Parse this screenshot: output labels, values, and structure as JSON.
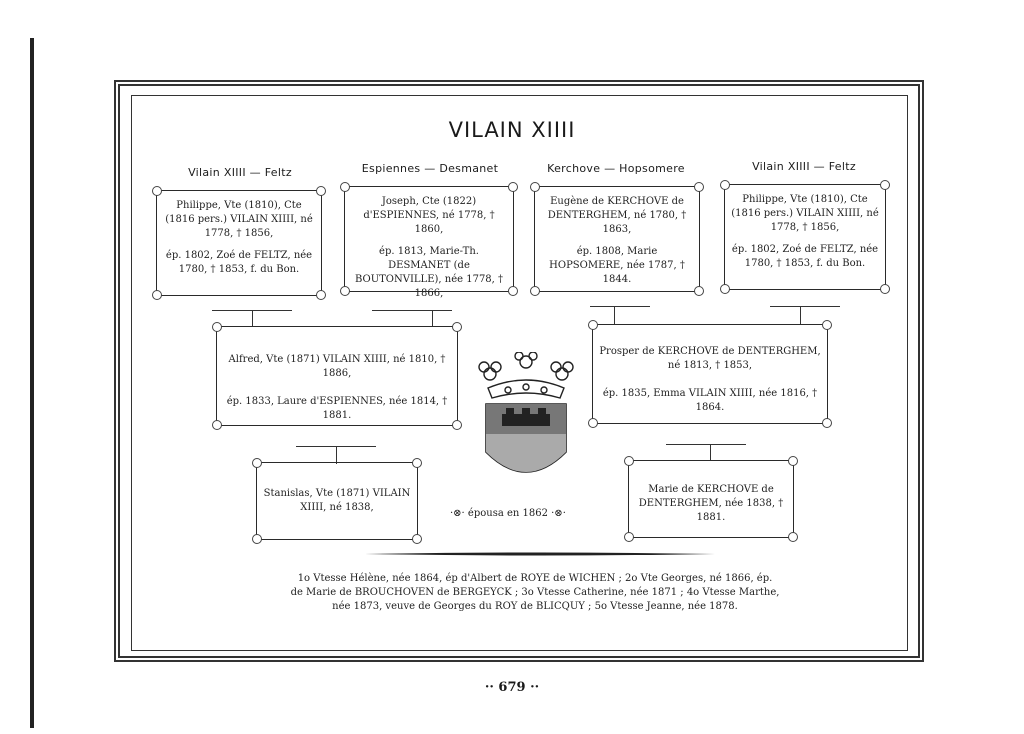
{
  "title": "VILAIN XIIII",
  "column_heads": [
    "Vilain XIIII — Feltz",
    "Espiennes — Desmanet",
    "Kerchove — Hopsomere",
    "Vilain XIIII — Feltz"
  ],
  "gen1": [
    {
      "line1": "Philippe, Vte (1810), Cte (1816 pers.) VILAIN XIIII, né 1778, † 1856,",
      "line2": "ép. 1802, Zoé de FELTZ, née 1780, † 1853, f. du Bon."
    },
    {
      "line1": "Joseph, Cte (1822) d'ESPIENNES, né 1778, † 1860,",
      "line2": "ép. 1813, Marie-Th. DESMANET (de BOUTONVILLE), née 1778, † 1866,"
    },
    {
      "line1": "Eugène de KERCHOVE de DENTERGHEM, né 1780, † 1863,",
      "line2": "ép. 1808, Marie HOPSOMERE, née 1787, † 1844."
    },
    {
      "line1": "Philippe, Vte (1810), Cte (1816 pers.) VILAIN XIIII, né 1778, † 1856,",
      "line2": "ép. 1802, Zoé de FELTZ, née 1780, † 1853, f. du Bon."
    }
  ],
  "gen2": [
    {
      "line1": "Alfred, Vte (1871) VILAIN XIIII, né 1810, † 1886,",
      "line2": "ép. 1833, Laure d'ESPIENNES, née 1814, † 1881."
    },
    {
      "line1": "Prosper de KERCHOVE de DENTERGHEM, né 1813, † 1853,",
      "line2": "ép. 1835, Emma VILAIN XIIII, née 1816, † 1864."
    }
  ],
  "gen3": [
    {
      "line1": "Stanislas, Vte (1871) VILAIN XIIII, né 1838,"
    },
    {
      "line1": "Marie de KERCHOVE de DENTERGHEM, née 1838, † 1881."
    }
  ],
  "married_text": "·⊗· épousa en 1862 ·⊗·",
  "children_note": "1o Vtesse Hélène, née 1864, ép d'Albert de ROYE de WICHEN ; 2o Vte Georges, né 1866, ép. de Marie de BROUCHOVEN de BERGEYCK ; 3o Vtesse Catherine, née 1871 ; 4o Vtesse Marthe, née 1873, veuve de Georges du ROY de BLICQUY ; 5o Vtesse Jeanne, née 1878.",
  "page_number": "·· 679 ··"
}
